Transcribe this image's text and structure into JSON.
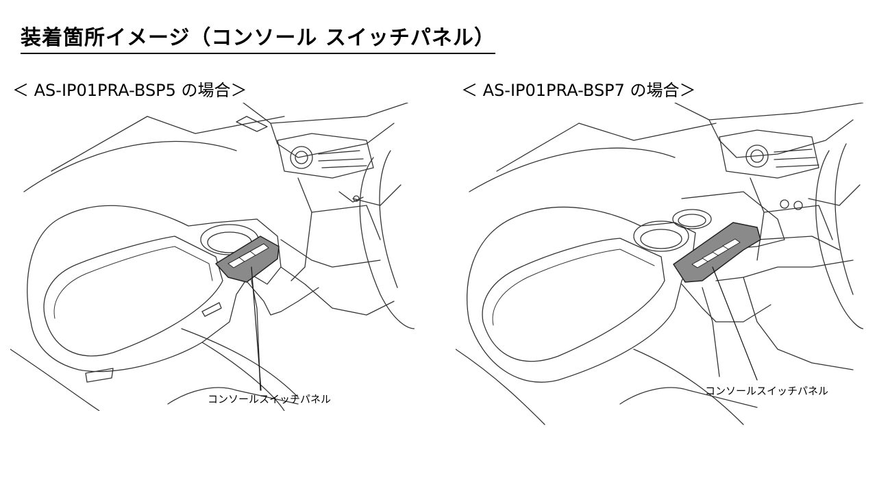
{
  "title": "装着箇所イメージ（コンソール スイッチパネル）",
  "figures": [
    {
      "caption": "＜ AS-IP01PRA-BSP5 の場合＞",
      "callout": "コンソールスイッチパネル"
    },
    {
      "caption": "＜ AS-IP01PRA-BSP7 の場合＞",
      "callout": "コンソールスイッチパネル"
    }
  ],
  "colors": {
    "line": "#333333",
    "panel": "#8a8a8a",
    "switch": "#ffffff"
  }
}
